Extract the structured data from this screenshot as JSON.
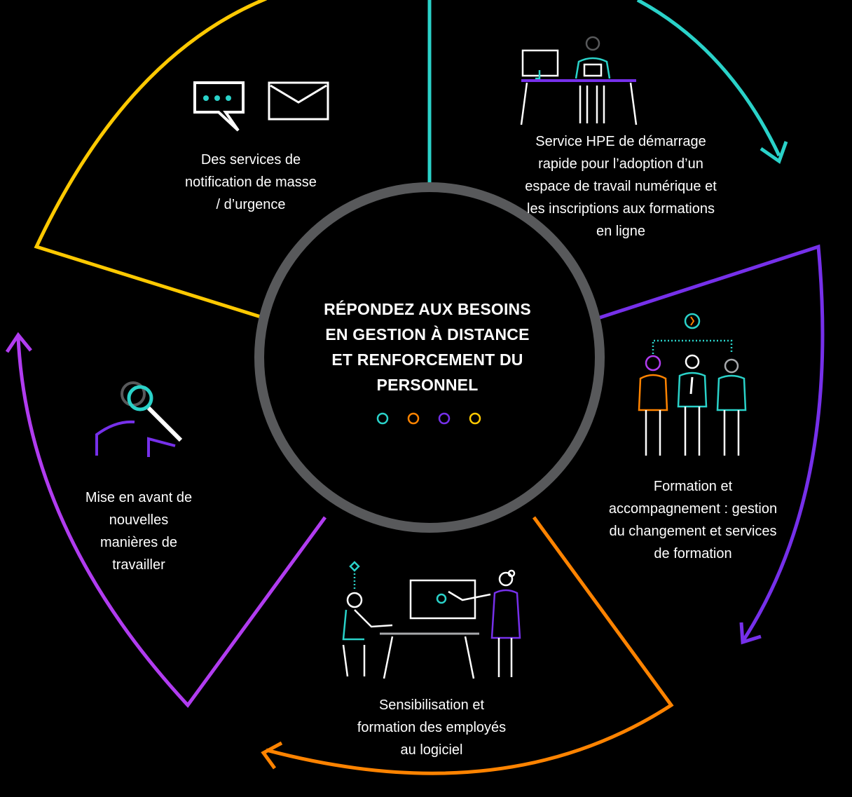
{
  "center": {
    "title_line_1": "RÉPONDEZ AUX BESOINS",
    "title_line_2": "EN GESTION À DISTANCE",
    "title_line_3": "ET RENFORCEMENT DU",
    "title_line_4": "PERSONNEL",
    "dot_colors": [
      "#2ad2c9",
      "#ff8300",
      "#7630ea",
      "#fec901"
    ]
  },
  "segments": [
    {
      "key": "notification",
      "color": "#fec901",
      "icons": [
        "chat-bubble-icon",
        "envelope-icon"
      ],
      "lines": [
        "Des services de",
        "notification de masse",
        "/ d’urgence"
      ]
    },
    {
      "key": "demarrage",
      "color": "#2ad2c9",
      "icons": [
        "remote-workstation-icon"
      ],
      "lines": [
        "Service HPE de démarrage",
        "rapide pour l’adoption d’un",
        "espace de travail numérique et",
        "les inscriptions aux formations",
        "en ligne"
      ]
    },
    {
      "key": "accompagnement",
      "color": "#7630ea",
      "icons": [
        "team-lightbulb-icon"
      ],
      "lines": [
        "Formation et",
        "accompagnement : gestion",
        "du changement et services",
        "de formation"
      ]
    },
    {
      "key": "sensibilisation",
      "color": "#ff8300",
      "icons": [
        "classroom-presentation-icon"
      ],
      "lines": [
        "Sensibilisation et",
        "formation des employés",
        "au logiciel"
      ]
    },
    {
      "key": "nouvelles-manieres",
      "color": "#b13cf0",
      "icons": [
        "magnifier-person-icon"
      ],
      "lines": [
        "Mise en avant de",
        "nouvelles",
        "manières de",
        "travailler"
      ]
    }
  ],
  "colors": {
    "background": "#000000",
    "ring": "#58595b",
    "text": "#ffffff",
    "ink": "#ffffff",
    "chair": "#a7a9ac"
  }
}
